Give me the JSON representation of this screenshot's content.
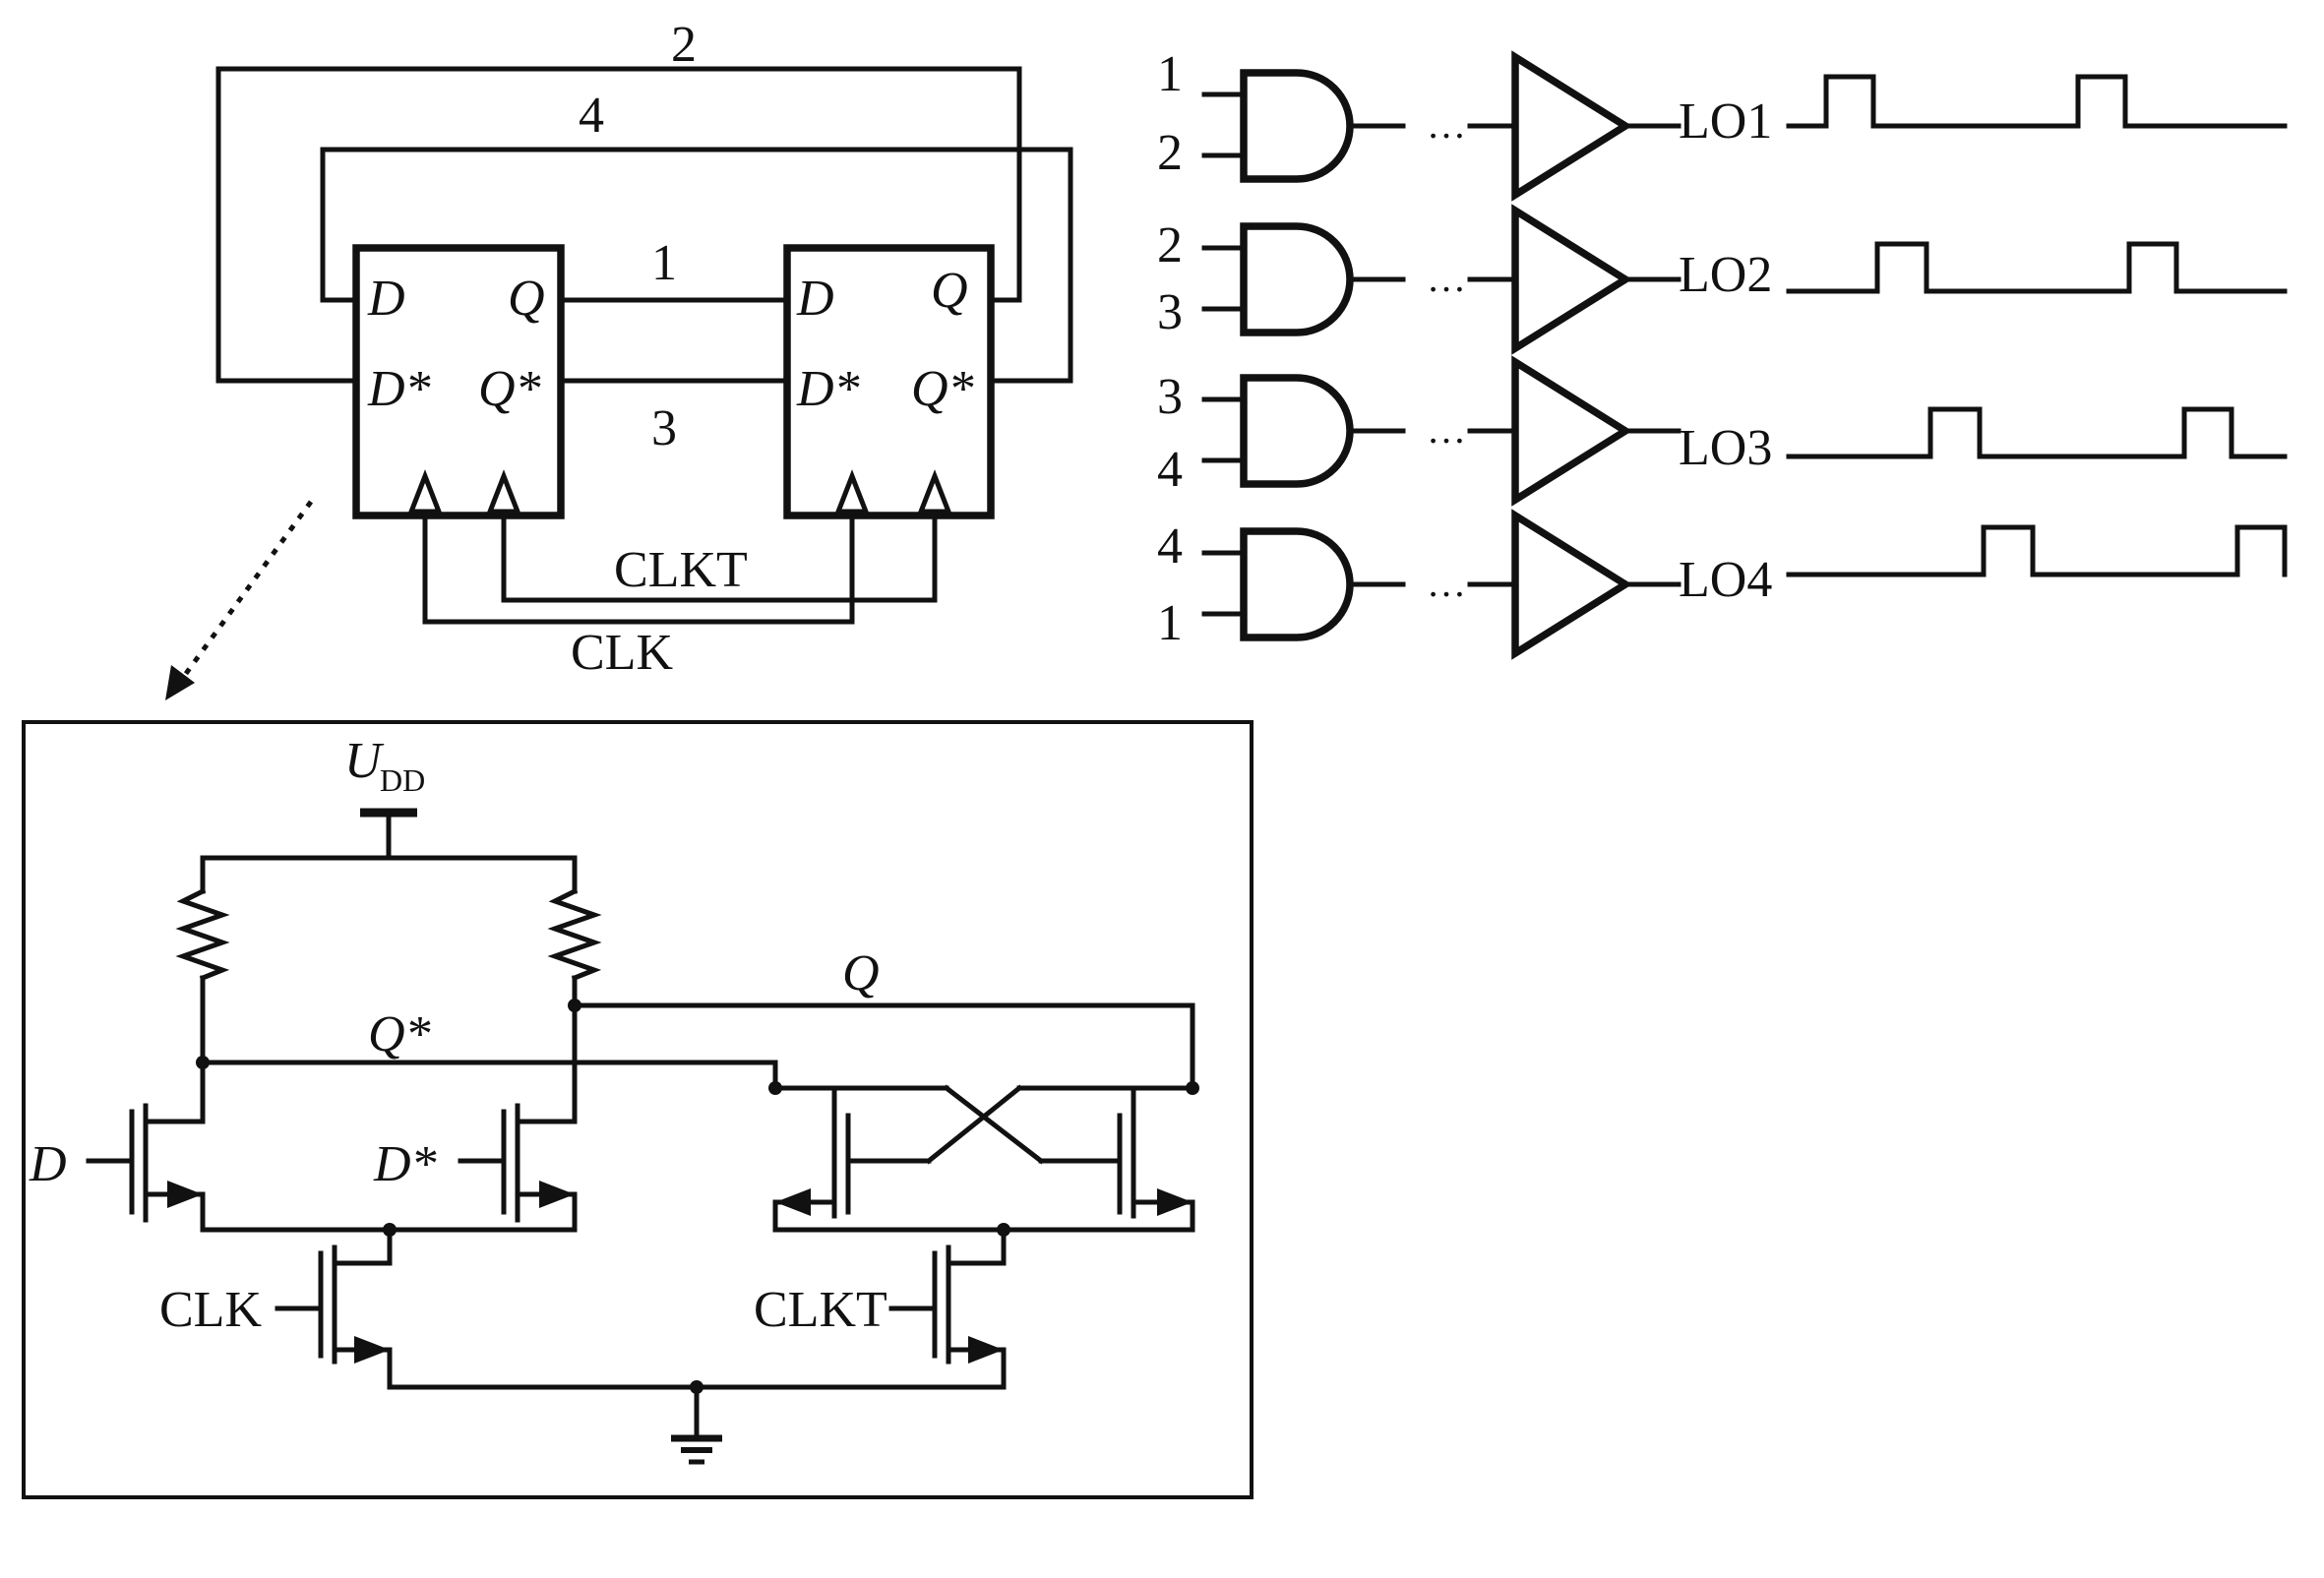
{
  "colors": {
    "ink": "#111111",
    "background": "#ffffff"
  },
  "flipflops": {
    "ff1": {
      "d": "D",
      "q": "Q",
      "dn": "D*",
      "qn": "Q*"
    },
    "ff2": {
      "d": "D",
      "q": "Q",
      "dn": "D*",
      "qn": "Q*"
    }
  },
  "nets": {
    "n1": "1",
    "n2": "2",
    "n3": "3",
    "n4": "4",
    "clkt": "CLKT",
    "clk": "CLK"
  },
  "gates": [
    {
      "in_a": "1",
      "in_b": "2",
      "out": "LO1",
      "ellipsis": "…"
    },
    {
      "in_a": "2",
      "in_b": "3",
      "out": "LO2",
      "ellipsis": "…"
    },
    {
      "in_a": "3",
      "in_b": "4",
      "out": "LO3",
      "ellipsis": "…"
    },
    {
      "in_a": "4",
      "in_b": "1",
      "out": "LO4",
      "ellipsis": "…"
    }
  ],
  "latch": {
    "supply": "U",
    "supply_sub": "DD",
    "q": "Q",
    "qn": "Q*",
    "d": "D",
    "dn": "D*",
    "clk": "CLK",
    "clkt": "CLKT"
  }
}
